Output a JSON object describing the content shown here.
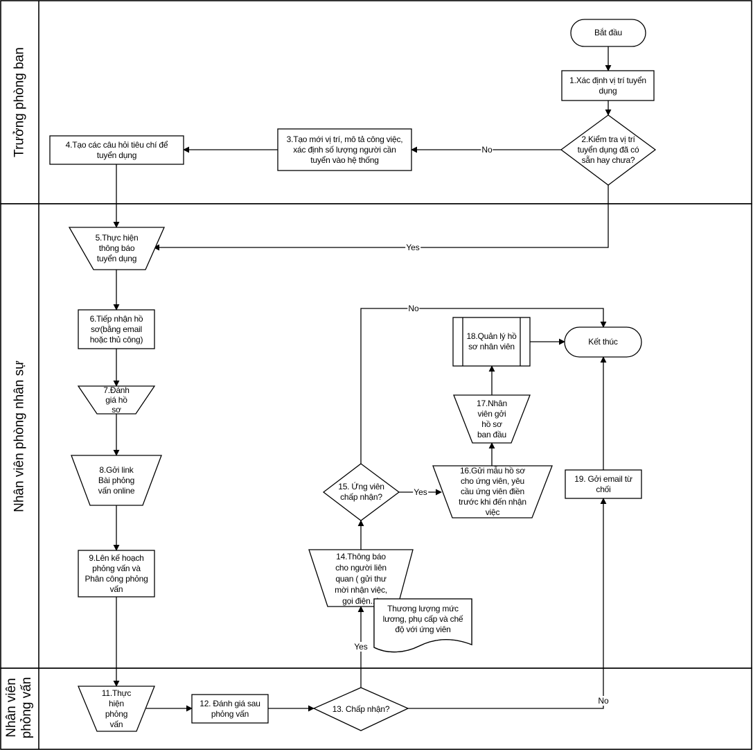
{
  "diagram": {
    "type": "swimlane-flowchart",
    "lanes": [
      {
        "id": "lane-1",
        "label": "Trưởng phòng ban"
      },
      {
        "id": "lane-2",
        "label": "Nhân viên phòng nhân sự"
      },
      {
        "id": "lane-3",
        "label_lines": [
          "Nhân viên",
          "phỏng vấn"
        ]
      }
    ]
  },
  "nodes": {
    "start": {
      "shape": "terminator",
      "lines": [
        "Bắt đầu"
      ]
    },
    "n1": {
      "shape": "process",
      "lines": [
        "1.Xác định vị trí tuyển",
        "dụng"
      ]
    },
    "n2": {
      "shape": "decision",
      "lines": [
        "2.Kiểm tra vị trí",
        "tuyển dụng đã có",
        "sẵn hay chưa?"
      ]
    },
    "n3": {
      "shape": "process",
      "lines": [
        "3.Tạo mới vị trí, mô tả công việc,",
        "xác định số lượng người cần",
        "tuyển vào hệ thống"
      ]
    },
    "n4": {
      "shape": "process",
      "lines": [
        "4.Tạo các câu hỏi tiêu chí để",
        "tuyển dụng"
      ]
    },
    "n5": {
      "shape": "manual-operation",
      "lines": [
        "5.Thực hiện",
        "thông báo",
        "tuyển dụng"
      ]
    },
    "n6": {
      "shape": "process",
      "lines": [
        "6.Tiếp nhận hồ",
        "sơ(bằng email",
        "hoặc thủ công)"
      ]
    },
    "n7": {
      "shape": "manual-operation",
      "lines": [
        "7.Đánh",
        "giá hồ",
        "sơ"
      ]
    },
    "n8": {
      "shape": "manual-operation",
      "lines": [
        "8.Gởi link",
        "Bài phỏng",
        "vấn online"
      ]
    },
    "n9": {
      "shape": "process",
      "lines": [
        "9.Lên kế hoạch",
        "phỏng vấn và",
        "Phân công phỏng",
        "vấn"
      ]
    },
    "n11": {
      "shape": "manual-operation",
      "lines": [
        "11.Thực",
        "hiện",
        "phỏng",
        "vấn"
      ]
    },
    "n12": {
      "shape": "process",
      "lines": [
        "12. Đánh giá sau",
        "phỏng vấn"
      ]
    },
    "n13": {
      "shape": "decision",
      "lines": [
        "13. Chấp nhận?"
      ]
    },
    "n14": {
      "shape": "manual-operation",
      "lines": [
        "14.Thông báo",
        "cho người liên",
        "quan ( gửi thư",
        "mời nhận việc,",
        "gọi điện...)"
      ]
    },
    "note": {
      "shape": "document",
      "lines": [
        "Thương lượng mức",
        "lương, phụ cấp và chế",
        "độ với ứng viên"
      ]
    },
    "n15": {
      "shape": "decision",
      "lines": [
        "15. Ứng viên",
        "chấp nhận?"
      ]
    },
    "n16": {
      "shape": "manual-operation",
      "lines": [
        "16.Gửi mẫu hồ sơ",
        "cho ứng viên, yêu",
        "cầu ứng viên điền",
        "trước khi đến nhận",
        "việc"
      ]
    },
    "n17": {
      "shape": "manual-operation",
      "lines": [
        "17.Nhân",
        "viên gởi",
        "hồ sơ",
        "ban đầu"
      ]
    },
    "n18": {
      "shape": "predefined-process",
      "lines": [
        "18.Quản lý hồ",
        "sơ nhân viên"
      ]
    },
    "end": {
      "shape": "terminator",
      "lines": [
        "Kết thúc"
      ]
    },
    "n19": {
      "shape": "process",
      "lines": [
        "19. Gởi email từ",
        "chối"
      ]
    }
  },
  "edges": [
    {
      "from": "start",
      "to": "n1",
      "label": ""
    },
    {
      "from": "n1",
      "to": "n2",
      "label": ""
    },
    {
      "from": "n2",
      "to": "n3",
      "label": "No"
    },
    {
      "from": "n3",
      "to": "n4",
      "label": ""
    },
    {
      "from": "n4",
      "to": "n5",
      "label": ""
    },
    {
      "from": "n2",
      "to": "n5",
      "label": "Yes"
    },
    {
      "from": "n5",
      "to": "n6",
      "label": ""
    },
    {
      "from": "n6",
      "to": "n7",
      "label": ""
    },
    {
      "from": "n7",
      "to": "n8",
      "label": ""
    },
    {
      "from": "n8",
      "to": "n9",
      "label": ""
    },
    {
      "from": "n9",
      "to": "n11",
      "label": ""
    },
    {
      "from": "n11",
      "to": "n12",
      "label": ""
    },
    {
      "from": "n12",
      "to": "n13",
      "label": ""
    },
    {
      "from": "n13",
      "to": "n14",
      "label": "Yes"
    },
    {
      "from": "n13",
      "to": "n19",
      "label": "No"
    },
    {
      "from": "n14",
      "to": "n15",
      "label": ""
    },
    {
      "from": "n15",
      "to": "n16",
      "label": "Yes"
    },
    {
      "from": "n15",
      "to": "end",
      "label": "No"
    },
    {
      "from": "n16",
      "to": "n17",
      "label": ""
    },
    {
      "from": "n17",
      "to": "n18",
      "label": ""
    },
    {
      "from": "n18",
      "to": "end",
      "label": ""
    },
    {
      "from": "n19",
      "to": "end",
      "label": ""
    }
  ],
  "edge_labels": {
    "no_2_3": "No",
    "yes_2_5": "Yes",
    "yes_13_14": "Yes",
    "no_13_19": "No",
    "yes_15_16": "Yes",
    "no_15_end": "No"
  }
}
